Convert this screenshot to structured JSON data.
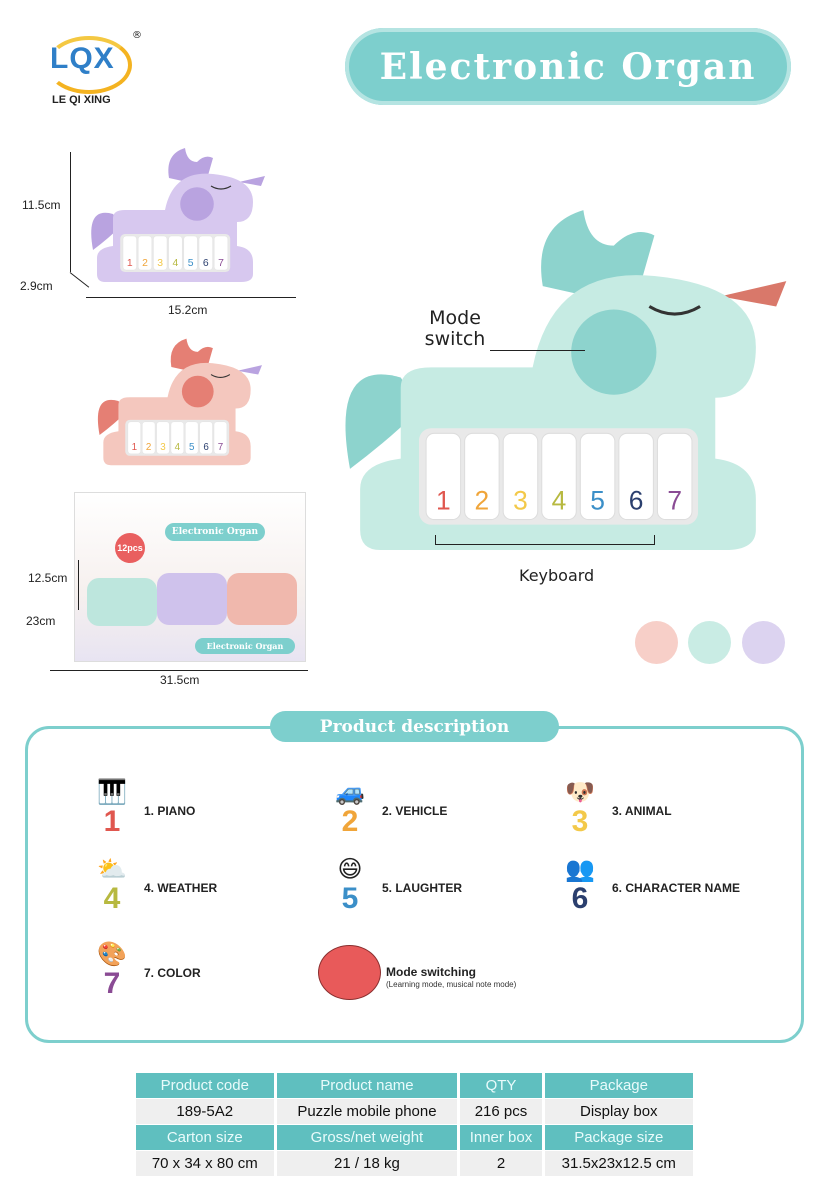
{
  "brand": {
    "logo_text": "LQX",
    "name": "LE QI XING",
    "reg": "®"
  },
  "title": "Electronic Organ",
  "dimensions": {
    "small": {
      "height": "11.5cm",
      "depth": "2.9cm",
      "width": "15.2cm"
    },
    "box": {
      "height": "12.5cm",
      "depth": "23cm",
      "width": "31.5cm"
    }
  },
  "box_label": "Electronic Organ",
  "box_badge": "12pcs",
  "callouts": {
    "mode_switch": "Mode switch",
    "keyboard": "Keyboard"
  },
  "colors": {
    "teal": "#7dcfcd",
    "mint": "#c6ebe3",
    "pink": "#f5c9c1",
    "lavender": "#d9d0ee",
    "red_button": "#e85a5a"
  },
  "color_options": [
    "#f7cfc8",
    "#c9ece4",
    "#dcd3f0"
  ],
  "product_description": {
    "heading": "Product description",
    "items": [
      {
        "num": "1",
        "label": "1. PIANO",
        "icon": "piano-icon",
        "glyph": "🎹",
        "color": "#e0574f"
      },
      {
        "num": "2",
        "label": "2. VEHICLE",
        "icon": "car-icon",
        "glyph": "🚙",
        "color": "#f0a53a"
      },
      {
        "num": "3",
        "label": "3. ANIMAL",
        "icon": "dog-icon",
        "glyph": "🐶",
        "color": "#f3c94a"
      },
      {
        "num": "4",
        "label": "4. WEATHER",
        "icon": "weather-icon",
        "glyph": "⛅",
        "color": "#b7b940"
      },
      {
        "num": "5",
        "label": "5. LAUGHTER",
        "icon": "laughing-face-icon",
        "glyph": "😄",
        "color": "#3b8fc8"
      },
      {
        "num": "6",
        "label": "6. CHARACTER NAME",
        "icon": "people-icon",
        "glyph": "👥",
        "color": "#2b3f6e"
      },
      {
        "num": "7",
        "label": "7. COLOR",
        "icon": "palette-icon",
        "glyph": "🎨",
        "color": "#8a4b94"
      }
    ],
    "mode": {
      "title": "Mode switching",
      "subtitle": "(Learning mode, musical note mode)"
    }
  },
  "specs": {
    "rows": [
      [
        "Product code",
        "Product name",
        "QTY",
        "Package"
      ],
      [
        "189-5A2",
        "Puzzle mobile phone",
        "216 pcs",
        "Display box"
      ],
      [
        "Carton size",
        "Gross/net weight",
        "Inner box",
        "Package size"
      ],
      [
        "70 x 34 x 80 cm",
        "21 / 18 kg",
        "2",
        "31.5x23x12.5 cm"
      ]
    ]
  }
}
